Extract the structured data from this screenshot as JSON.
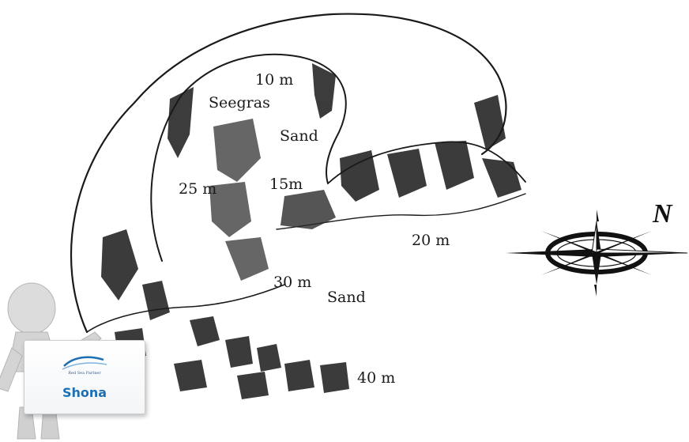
{
  "map": {
    "labels": [
      {
        "key": "d10",
        "text": "10 m"
      },
      {
        "key": "seegras",
        "text": "Seegras"
      },
      {
        "key": "sand1",
        "text": "Sand"
      },
      {
        "key": "d15",
        "text": "15m"
      },
      {
        "key": "d25",
        "text": "25 m"
      },
      {
        "key": "d20",
        "text": "20 m"
      },
      {
        "key": "d30",
        "text": "30 m"
      },
      {
        "key": "sand2",
        "text": "Sand"
      },
      {
        "key": "d40",
        "text": "40 m"
      }
    ],
    "north_letter": "N"
  },
  "sign": {
    "logo_text": "Red Sea Partner",
    "name": "Shona"
  },
  "colors": {
    "ink": "#1a1a1a",
    "brand_blue": "#1d6fb4"
  },
  "icons": {
    "compass": "compass-rose-icon",
    "mascot": "3d-figure-icon"
  }
}
